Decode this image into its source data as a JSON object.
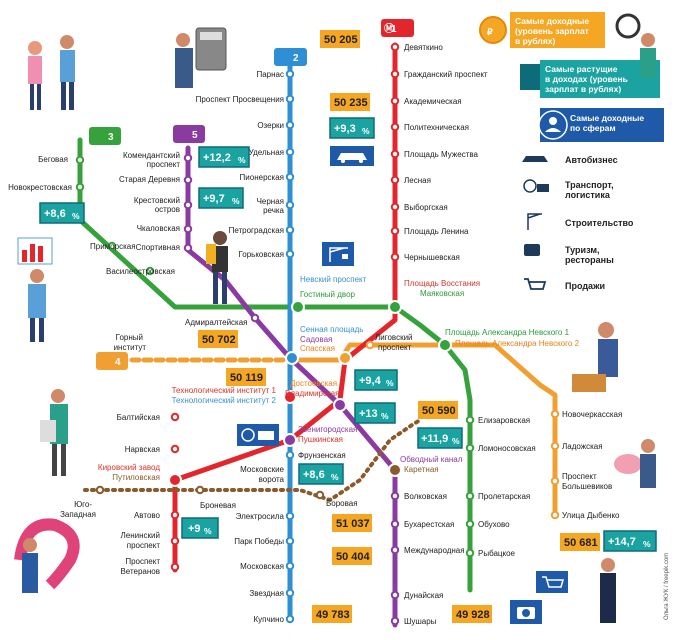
{
  "lines": {
    "l1": {
      "label": "1",
      "color": "#e3262c"
    },
    "l2": {
      "label": "2",
      "color": "#2e8fd4"
    },
    "l3": {
      "label": "3",
      "color": "#35a23c"
    },
    "l4": {
      "label": "4",
      "color": "#f0a032"
    },
    "l5": {
      "label": "5",
      "color": "#8a3aa0"
    }
  },
  "stations": {
    "devyatkino": "Девяткино",
    "grazhd": "Гражданский проспект",
    "akadem": "Академическая",
    "politekh": "Политехническая",
    "muzhestva": "Площадь Мужества",
    "lesnaya": "Лесная",
    "vyborg": "Выборгская",
    "lenina": "Площадь Ленина",
    "chern": "Чернышевская",
    "vosst": "Площадь Восстания",
    "mayak": "Маяковская",
    "parnas": "Парнас",
    "prosv": "Проспект Просвещения",
    "ozerki": "Озерки",
    "udel": "Удельная",
    "pioner": "Пионерская",
    "cherrech1": "Черная",
    "cherrech2": "речка",
    "petrograd": "Петроградская",
    "gorkov": "Горьковская",
    "nevsky": "Невский проспект",
    "gostin": "Гостиный двор",
    "sennaya": "Сенная площадь",
    "sadovaya": "Садовая",
    "spasskaya": "Спасская",
    "tekh1": "Технологический институт 1",
    "tekh2": "Технологический институт 2",
    "dostoev": "Достоевская",
    "vladim": "Владимирская",
    "zvenig": "Звенигородская",
    "pushk": "Пушкинская",
    "frunz": "Фрунзенская",
    "mosvor1": "Московские",
    "mosvor2": "ворота",
    "elektro": "Электросила",
    "pobedy": "Парк Победы",
    "moskov": "Московская",
    "zvezd": "Звездная",
    "kupch": "Купчино",
    "beg": "Беговая",
    "novokr": "Новокрестовская",
    "primor": "Приморская",
    "vasil": "Василеостровская",
    "admir": "Адмиралтейская",
    "gorn1": "Горный",
    "gorn2": "институт",
    "komend1": "Комендантский",
    "komend2": "проспект",
    "stderev": "Старая Деревня",
    "krest1": "Крестовский",
    "krest2": "остров",
    "chkal": "Чкаловская",
    "sport": "Спортивная",
    "ligov1": "Лиговский",
    "ligov2": "проспект",
    "ploan1": "Площадь Александра Невского 1",
    "ploan2": "Площадь Александра Невского 2",
    "novocherk": "Новочеркасская",
    "ladozh": "Ладожская",
    "bolsh1": "Проспект",
    "bolsh2": "Большевиков",
    "dybenko": "Улица Дыбенко",
    "elizar": "Елизаровская",
    "lomon": "Ломоносовская",
    "proletar": "Пролетарская",
    "obukh": "Обухово",
    "rybats": "Рыбацкое",
    "obvod1": "Обводный канал",
    "karet": "Каретная",
    "volk": "Волковская",
    "bukhar": "Бухарестская",
    "mezhd": "Международная",
    "dunai": "Дунайская",
    "shush": "Шушары",
    "borov": "Боровая",
    "baltiy": "Балтийская",
    "narv": "Нарвская",
    "kirov": "Кировский завод",
    "putil": "Путиловская",
    "avtovo": "Автово",
    "yugzap1": "Юго-",
    "yugzap2": "Западная",
    "lenprosp1": "Ленинский",
    "lenprosp2": "проспект",
    "vetr1": "Проспект",
    "vetr2": "Ветеранов",
    "bronev": "Броневая"
  },
  "values": {
    "v1": "50 205",
    "v2": "50 235",
    "v3": "+9,3",
    "v4": "+12,2",
    "v5": "+9,7",
    "v6": "+8,6",
    "v7": "50 702",
    "v8": "50 119",
    "v9": "+9,4",
    "v10": "+13",
    "v11": "50 590",
    "v12": "+11,9",
    "v13": "+8,6",
    "v14": "+9",
    "v15": "51 037",
    "v16": "50 404",
    "v17": "49 783",
    "v18": "49 928",
    "v19": "50 681",
    "v20": "+14,7",
    "pct_sign": "%"
  },
  "legend": {
    "top": "Самые доходные (уровень зарплат в рублях)",
    "top_l1": "Самые доходные",
    "top_l2": "(уровень зарплат",
    "top_l3": "в рублях)",
    "grow_l1": "Самые растущие",
    "grow_l2": "в доходах (уровень",
    "grow_l3": "зарплат в рублях)",
    "sphere_l1": "Самые доходные",
    "sphere_l2": "по сферам",
    "auto": "Автобизнес",
    "trans_l1": "Транспорт,",
    "trans_l2": "логистика",
    "build": "Строительство",
    "tour_l1": "Туризм,",
    "tour_l2": "рестораны",
    "sales": "Продажи"
  },
  "credit": "Ольга ЖУК / freepik.com"
}
